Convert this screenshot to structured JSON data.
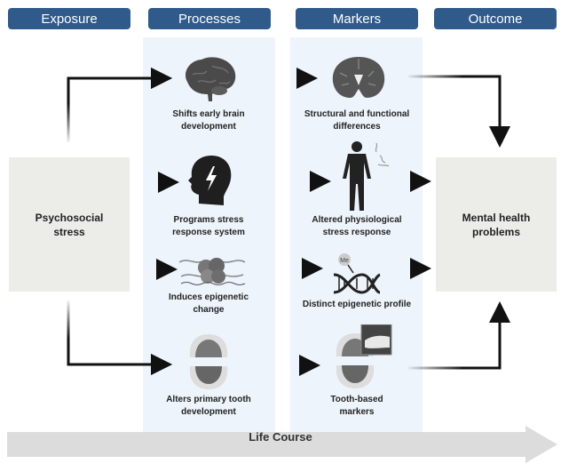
{
  "headers": {
    "exposure": "Exposure",
    "processes": "Processes",
    "markers": "Markers",
    "outcome": "Outcome"
  },
  "exposure_box": {
    "line1": "Psychosocial",
    "line2": "stress"
  },
  "outcome_box": {
    "line1": "Mental health",
    "line2": "problems"
  },
  "processes": [
    {
      "icon": "brain-icon",
      "line1": "Shifts early brain",
      "line2": "development"
    },
    {
      "icon": "head-stress-icon",
      "line1": "Programs stress",
      "line2": "response system"
    },
    {
      "icon": "chromatin-icon",
      "line1": "Induces epigenetic",
      "line2": "change"
    },
    {
      "icon": "teeth-icon",
      "line1": "Alters primary tooth",
      "line2": "development"
    }
  ],
  "markers": [
    {
      "icon": "brain-section-icon",
      "line1": "Structural and functional",
      "line2": "differences"
    },
    {
      "icon": "human-body-icon",
      "line1": "Altered physiological",
      "line2": "stress response"
    },
    {
      "icon": "dna-methyl-icon",
      "line1": "Distinct epigenetic profile",
      "line2": "",
      "methyl_label": "Me"
    },
    {
      "icon": "teeth-marker-icon",
      "line1": "Tooth-based",
      "line2": "markers"
    }
  ],
  "timeline": {
    "label": "Life Course"
  },
  "colors": {
    "header": "#2f5a8a",
    "column_bg": "#eef4fc",
    "box_bg": "#ecece8",
    "arrow": "#111111"
  }
}
